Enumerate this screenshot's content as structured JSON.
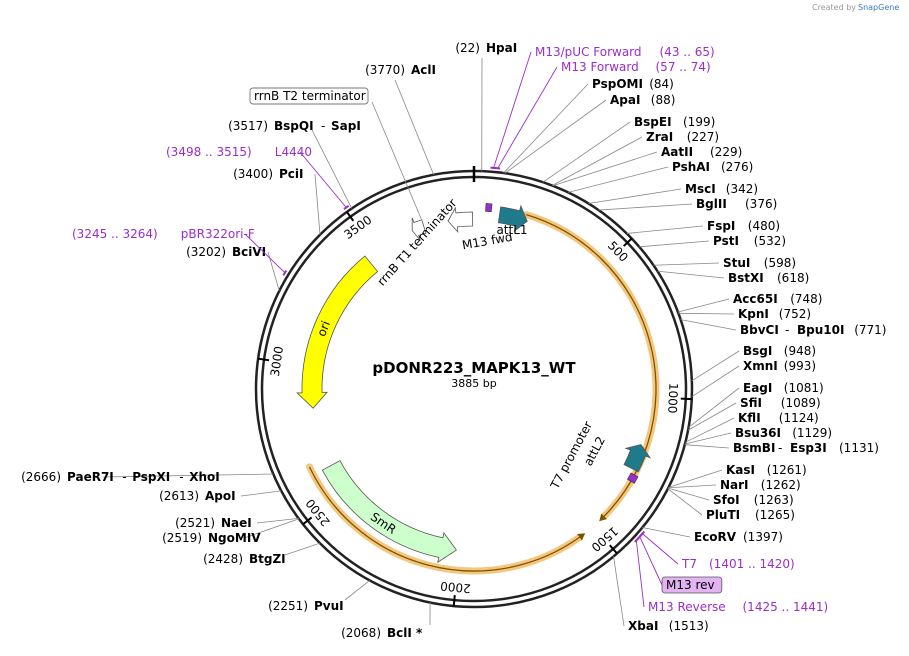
{
  "credit": {
    "created_by": "Created by",
    "brand": "SnapGene"
  },
  "plasmid": {
    "name": "pDONR223_MAPK13_WT",
    "size_label": "3885 bp",
    "length": 3885
  },
  "ruler_ticks": [
    {
      "pos": 500,
      "label": "500"
    },
    {
      "pos": 1000,
      "label": "1000"
    },
    {
      "pos": 1500,
      "label": "1500"
    },
    {
      "pos": 2000,
      "label": "2000"
    },
    {
      "pos": 2500,
      "label": "2500"
    },
    {
      "pos": 3000,
      "label": "3000"
    },
    {
      "pos": 3500,
      "label": "3500"
    }
  ],
  "sites": [
    {
      "pos": 22,
      "name": "HpaI",
      "coord": "(22)",
      "side": "left"
    },
    {
      "pos": 3770,
      "name": "AclI",
      "coord": "(3770)",
      "side": "left"
    },
    {
      "pos": 3517,
      "name": "BspQI",
      "name2": "SapI",
      "coord": "(3517)",
      "side": "left"
    },
    {
      "pos": 3400,
      "name": "PciI",
      "coord": "(3400)",
      "side": "left"
    },
    {
      "pos": 3202,
      "name": "BciVI",
      "coord": "(3202)",
      "side": "left"
    },
    {
      "pos": 84,
      "name": "PspOMI",
      "coord": "(84)",
      "side": "right"
    },
    {
      "pos": 88,
      "name": "ApaI",
      "coord": "(88)",
      "side": "right"
    },
    {
      "pos": 199,
      "name": "BspEI",
      "coord": "(199)",
      "side": "right"
    },
    {
      "pos": 227,
      "name": "ZraI",
      "coord": "(227)",
      "side": "right"
    },
    {
      "pos": 229,
      "name": "AatII",
      "coord": "(229)",
      "side": "right"
    },
    {
      "pos": 276,
      "name": "PshAI",
      "coord": "(276)",
      "side": "right"
    },
    {
      "pos": 342,
      "name": "MscI",
      "coord": "(342)",
      "side": "right"
    },
    {
      "pos": 376,
      "name": "BglII",
      "coord": "(376)",
      "side": "right"
    },
    {
      "pos": 480,
      "name": "FspI",
      "coord": "(480)",
      "side": "right"
    },
    {
      "pos": 532,
      "name": "PstI",
      "coord": "(532)",
      "side": "right"
    },
    {
      "pos": 598,
      "name": "StuI",
      "coord": "(598)",
      "side": "right"
    },
    {
      "pos": 618,
      "name": "BstXI",
      "coord": "(618)",
      "side": "right"
    },
    {
      "pos": 748,
      "name": "Acc65I",
      "coord": "(748)",
      "side": "right"
    },
    {
      "pos": 752,
      "name": "KpnI",
      "coord": "(752)",
      "side": "right"
    },
    {
      "pos": 771,
      "name": "BbvCI",
      "name2": "Bpu10I",
      "coord": "(771)",
      "side": "right"
    },
    {
      "pos": 948,
      "name": "BsgI",
      "coord": "(948)",
      "side": "right"
    },
    {
      "pos": 993,
      "name": "XmnI",
      "coord": "(993)",
      "side": "right"
    },
    {
      "pos": 1081,
      "name": "EagI",
      "coord": "(1081)",
      "side": "right"
    },
    {
      "pos": 1089,
      "name": "SfiI",
      "coord": "(1089)",
      "side": "right"
    },
    {
      "pos": 1124,
      "name": "KflI",
      "coord": "(1124)",
      "side": "right"
    },
    {
      "pos": 1129,
      "name": "Bsu36I",
      "coord": "(1129)",
      "side": "right"
    },
    {
      "pos": 1131,
      "name": "BsmBI",
      "name2": "Esp3I",
      "coord": "(1131)",
      "side": "right"
    },
    {
      "pos": 1261,
      "name": "KasI",
      "coord": "(1261)",
      "side": "right"
    },
    {
      "pos": 1262,
      "name": "NarI",
      "coord": "(1262)",
      "side": "right"
    },
    {
      "pos": 1263,
      "name": "SfoI",
      "coord": "(1263)",
      "side": "right"
    },
    {
      "pos": 1265,
      "name": "PluTI",
      "coord": "(1265)",
      "side": "right"
    },
    {
      "pos": 1397,
      "name": "EcoRV",
      "coord": "(1397)",
      "side": "right"
    },
    {
      "pos": 1513,
      "name": "XbaI",
      "coord": "(1513)",
      "side": "right"
    },
    {
      "pos": 2068,
      "name": "BclI *",
      "coord": "(2068)",
      "side": "left"
    },
    {
      "pos": 2251,
      "name": "PvuI",
      "coord": "(2251)",
      "side": "left"
    },
    {
      "pos": 2428,
      "name": "BtgZI",
      "coord": "(2428)",
      "side": "left"
    },
    {
      "pos": 2519,
      "name": "NgoMIV",
      "coord": "(2519)",
      "side": "left"
    },
    {
      "pos": 2521,
      "name": "NaeI",
      "coord": "(2521)",
      "side": "left"
    },
    {
      "pos": 2613,
      "name": "ApoI",
      "coord": "(2613)",
      "side": "left"
    },
    {
      "pos": 2666,
      "name": "PaeR7I",
      "name2": "PspXI",
      "name3": "XhoI",
      "coord": "(2666)",
      "side": "left"
    }
  ],
  "primers": [
    {
      "pos": 54,
      "name": "M13/pUC Forward",
      "coord": "(43 .. 65)"
    },
    {
      "pos": 65,
      "name": "M13 Forward",
      "coord": "(57 .. 74)"
    },
    {
      "pos": 3506,
      "name": "L4440",
      "coord": "(3498 .. 3515)"
    },
    {
      "pos": 3254,
      "name": "pBR322ori-F",
      "coord": "(3245 .. 3264)"
    },
    {
      "pos": 1410,
      "name": "T7",
      "coord": "(1401 .. 1420)"
    },
    {
      "pos": 1420,
      "name": "M13 rev",
      "coord": "",
      "boxed": true
    },
    {
      "pos": 1433,
      "name": "M13 Reverse",
      "coord": "(1425 .. 1441)"
    }
  ],
  "boxed_features": [
    {
      "pos": 3700,
      "name": "rrnB T2 terminator"
    }
  ],
  "features": [
    {
      "start": 90,
      "end": 190,
      "name": "attL1",
      "color": "#1f7a8c",
      "type": "arrow-cw"
    },
    {
      "start": 40,
      "end": 60,
      "name": "M13 fwd",
      "color": "#9a2ec9",
      "type": "small"
    },
    {
      "start": 3790,
      "end": 3880,
      "name": "rrnB T1 terminator",
      "color": "#ffffff",
      "type": "arrow-ccw"
    },
    {
      "start": 3655,
      "end": 3700,
      "name": "",
      "color": "#ffffff",
      "type": "arrow-ccw"
    },
    {
      "start": 1170,
      "end": 1260,
      "name": "attL2",
      "color": "#1f7a8c",
      "type": "arrow-ccw"
    },
    {
      "start": 1275,
      "end": 1300,
      "name": "T7 promoter",
      "color": "#9a2ec9",
      "type": "small"
    },
    {
      "start": 2840,
      "end": 3460,
      "name": "ori",
      "color": "#ffff00",
      "type": "arrow-ccw"
    },
    {
      "start": 2010,
      "end": 2610,
      "name": "SmR",
      "color": "#ccffcc",
      "type": "arrow-ccw"
    }
  ],
  "orf_arcs": [
    {
      "start": 180,
      "end": 1450,
      "color": "#f5c77e",
      "type": "cw"
    },
    {
      "start": 1560,
      "end": 2640,
      "color": "#f5c77e",
      "type": "ccw"
    }
  ]
}
